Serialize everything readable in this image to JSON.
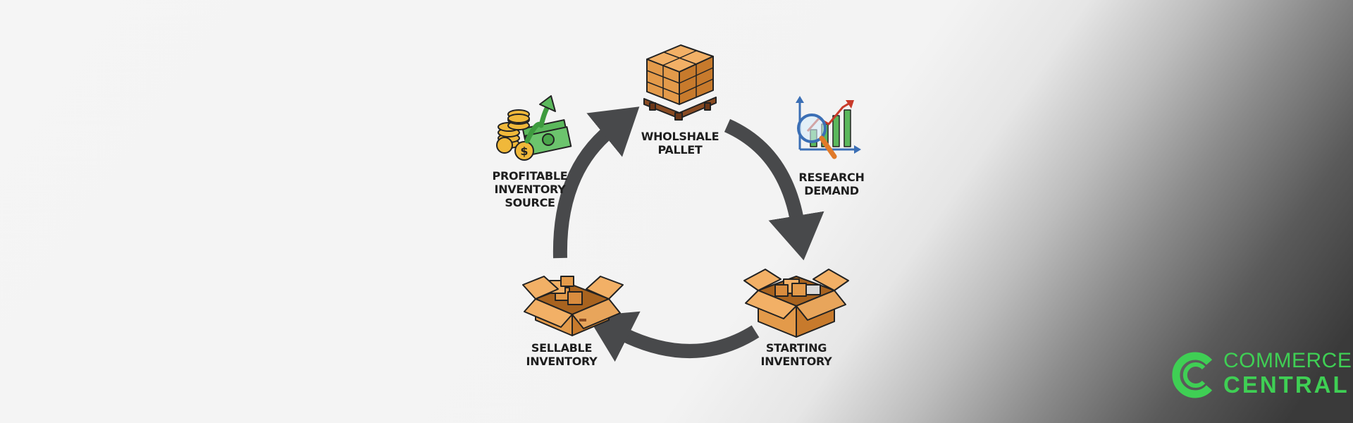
{
  "nodes": {
    "pallet": "WHOLSHALE\nPALLET",
    "research": "RESEARCH\nDEMAND",
    "starting": "STARTING\nINVENTORY",
    "sellable": "SELLABLE\nINVENTORY",
    "profitable": "PROFITABLE\nINVENTORY\nSOURCE"
  },
  "brand": {
    "line1": "COMMERCE",
    "line2": "CENTRAL",
    "color": "#3fcf54"
  },
  "colors": {
    "arrow": "#48494b",
    "box": "#e39a4a",
    "box_dark": "#c77a2c",
    "outline": "#222222",
    "money_green": "#5bb85c",
    "coin": "#f0b83a",
    "chart_blue": "#4b7fc8"
  },
  "icons": [
    "pallet-icon",
    "research-chart-icon",
    "open-box-icon",
    "box-of-boxes-icon",
    "money-growth-icon",
    "commerce-central-logo-icon"
  ]
}
